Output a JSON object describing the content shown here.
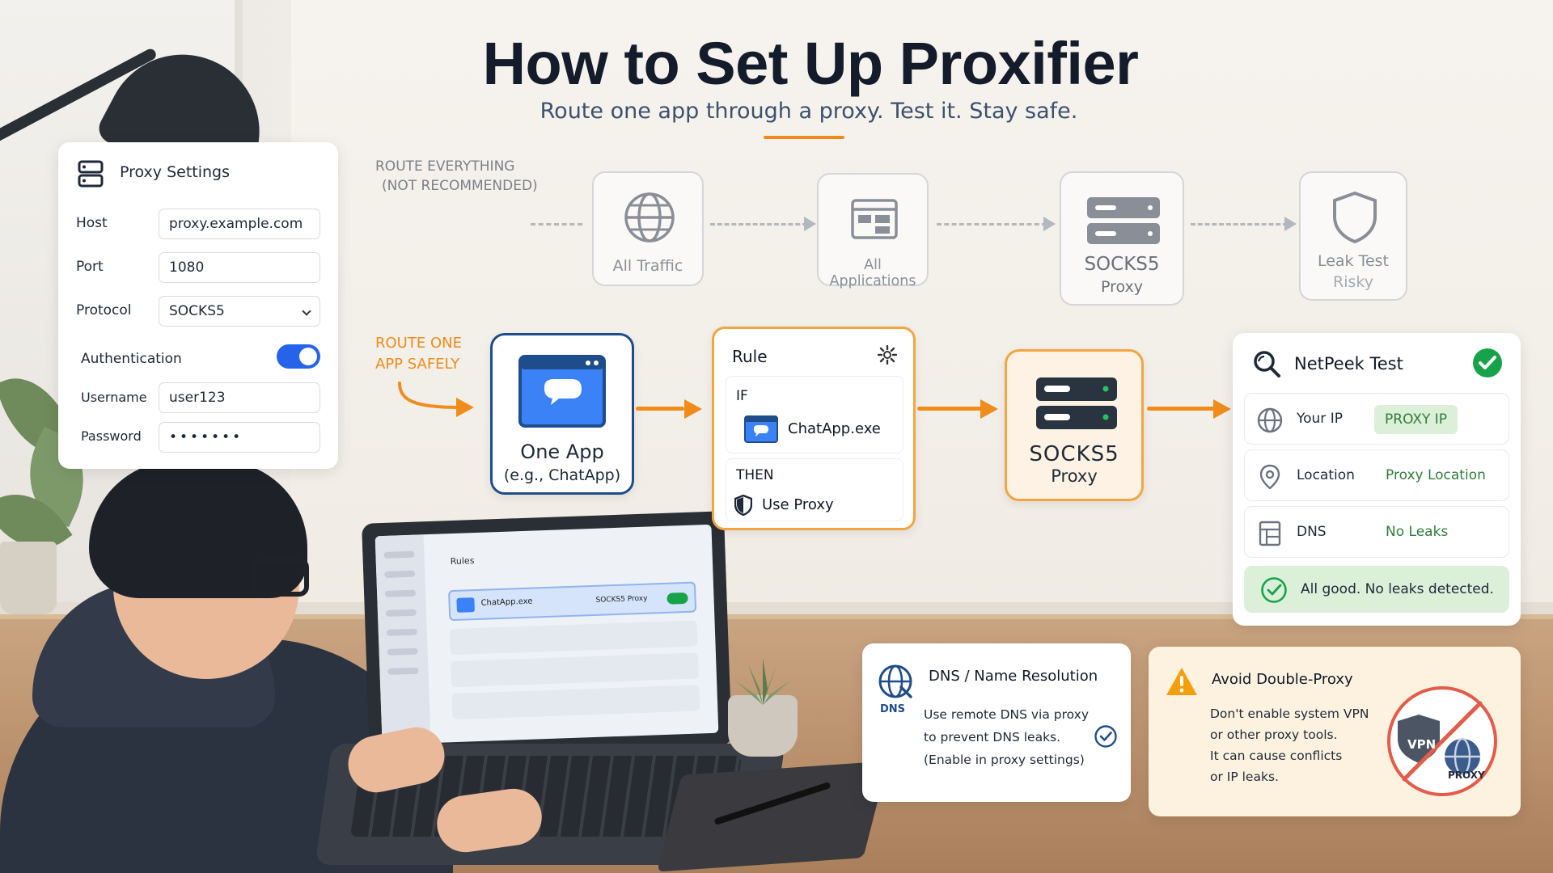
{
  "title": "How to Set Up Proxifier",
  "subtitle": "Route one app through a proxy. Test it. Stay safe.",
  "proxy_settings": {
    "title": "Proxy Settings",
    "host_label": "Host",
    "host_value": "proxy.example.com",
    "port_label": "Port",
    "port_value": "1080",
    "protocol_label": "Protocol",
    "protocol_value": "SOCKS5",
    "auth_label": "Authentication",
    "auth_enabled": true,
    "username_label": "Username",
    "username_value": "user123",
    "password_label": "Password",
    "password_value": "•••••••"
  },
  "route_everything": {
    "label_line1": "ROUTE EVERYTHING",
    "label_line2": "(NOT RECOMMENDED)",
    "nodes": [
      {
        "label": "All Traffic",
        "icon": "globe-icon"
      },
      {
        "label": "All Applications",
        "icon": "app-window-icon"
      },
      {
        "label": "SOCKS5",
        "sublabel": "Proxy",
        "icon": "server-icon"
      },
      {
        "label": "Leak Test",
        "sublabel": "Risky",
        "icon": "shield-icon"
      }
    ]
  },
  "route_one": {
    "label_line1": "ROUTE ONE",
    "label_line2": "APP SAFELY",
    "app_title": "One App",
    "app_subtitle": "(e.g., ChatApp)",
    "rule_title": "Rule",
    "if_label": "IF",
    "if_value": "ChatApp.exe",
    "then_label": "THEN",
    "then_value": "Use Proxy",
    "proxy_title": "SOCKS5",
    "proxy_subtitle": "Proxy",
    "accent_color": "#f08c1c"
  },
  "netpeek": {
    "title": "NetPeek Test",
    "rows": [
      {
        "label": "Your IP",
        "value": "PROXY IP"
      },
      {
        "label": "Location",
        "value": "Proxy Location"
      },
      {
        "label": "DNS",
        "value": "No Leaks"
      }
    ],
    "result": "All good. No leaks detected.",
    "success_color": "#16a34a"
  },
  "dns_card": {
    "title": "DNS / Name Resolution",
    "icon_label": "DNS",
    "line1": "Use remote DNS via proxy",
    "line2": "to prevent DNS leaks.",
    "line3": "(Enable in proxy settings)"
  },
  "avoid_card": {
    "title": "Avoid Double-Proxy",
    "line1": "Don't enable system VPN",
    "line2": "or other proxy tools.",
    "line3": "It can cause conflicts",
    "line4": "or IP leaks.",
    "vpn_label": "VPN",
    "proxy_label": "PROXY"
  },
  "laptop": {
    "section_title": "Rules",
    "rule_app": "ChatApp.exe",
    "rule_action": "SOCKS5 Proxy"
  }
}
